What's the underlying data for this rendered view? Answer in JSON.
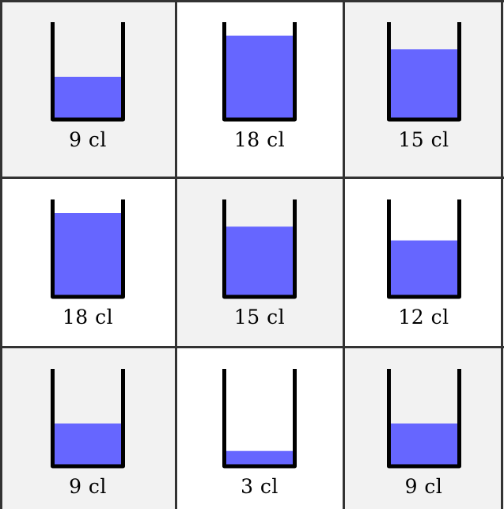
{
  "puzzle": {
    "capacity_cl": 18,
    "rows": 3,
    "cols": 3,
    "colors": {
      "liquid": "#6666ff",
      "glass_outline": "#000000",
      "cell_shaded": "#f2f2f2",
      "cell_plain": "#ffffff",
      "grid_line": "#333333"
    },
    "glasses": [
      {
        "label": "9 cl",
        "amount": 9,
        "shaded": true
      },
      {
        "label": "18 cl",
        "amount": 18,
        "shaded": false
      },
      {
        "label": "15 cl",
        "amount": 15,
        "shaded": true
      },
      {
        "label": "18 cl",
        "amount": 18,
        "shaded": false
      },
      {
        "label": "15 cl",
        "amount": 15,
        "shaded": true
      },
      {
        "label": "12 cl",
        "amount": 12,
        "shaded": false
      },
      {
        "label": "9 cl",
        "amount": 9,
        "shaded": true
      },
      {
        "label": "3 cl",
        "amount": 3,
        "shaded": false
      },
      {
        "label": "9 cl",
        "amount": 9,
        "shaded": true
      }
    ]
  }
}
